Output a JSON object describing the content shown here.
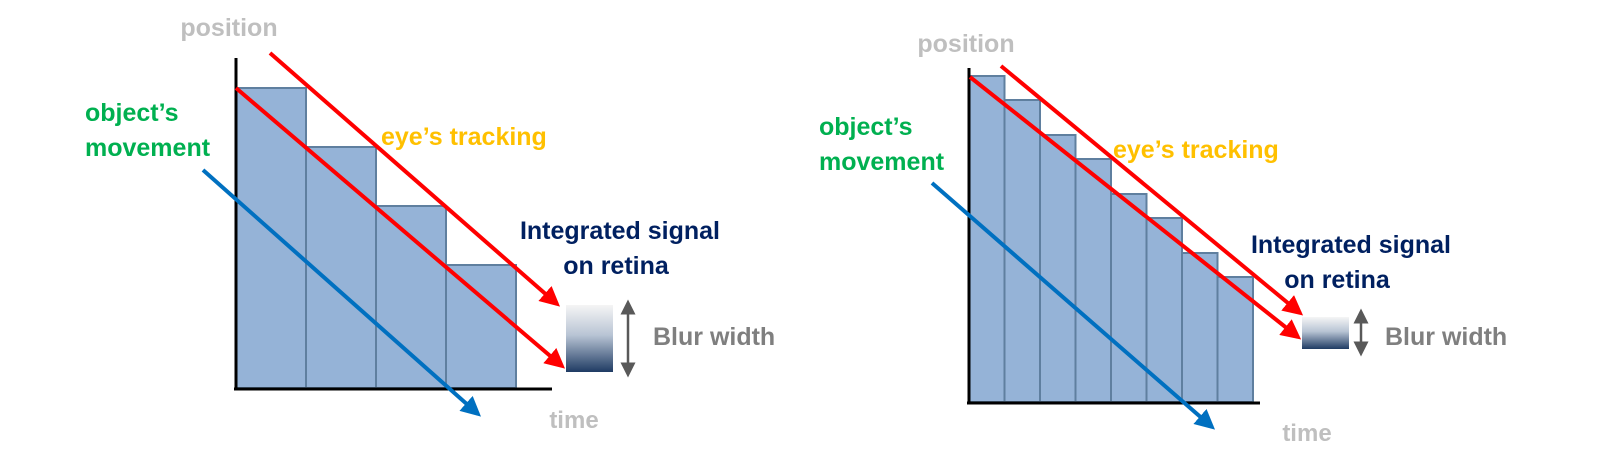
{
  "labels": {
    "position": "position",
    "time": "time",
    "object_movement_line1": "object’s",
    "object_movement_line2": "movement",
    "eye_tracking": "eye’s tracking",
    "signal_line1": "Integrated signal",
    "signal_line2": "on retina",
    "blur_width": "Blur width"
  },
  "colors": {
    "axis_label": "#bfbfbf",
    "object_label": "#00b050",
    "eye_label": "#ffc000",
    "signal_label": "#002060",
    "blur_label": "#7f7f7f",
    "bars_fill": "#95b3d7",
    "bars_stroke": "#5f7f9f",
    "eye_arrow": "#ff0000",
    "object_arrow": "#0070c0",
    "axis": "#000000",
    "blur_arrow": "#595959",
    "gradient_top": "#f2f2f2",
    "gradient_bottom": "#1f3b63"
  },
  "diagrams": [
    {
      "name": "sample-and-hold-4-steps",
      "steps": 4
    },
    {
      "name": "sample-and-hold-8-steps",
      "steps": 8
    }
  ]
}
